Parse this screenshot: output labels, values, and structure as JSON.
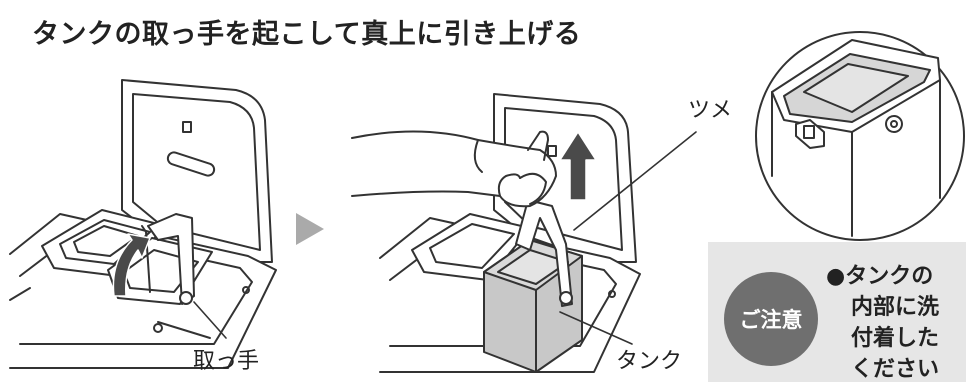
{
  "heading": "タンクの取っ手を起こして真上に引き上げる",
  "labels": {
    "handle": "取っ手",
    "tank": "タンク",
    "claw": "ツメ"
  },
  "caution": {
    "badge": "ご注意",
    "lines": [
      "●タンクの",
      "内部に洗",
      "付着した",
      "ください"
    ]
  },
  "colors": {
    "line": "#333333",
    "tank_fill": "#c8c8c8",
    "badge": "#6f6f6f",
    "caution_bg": "#e6e6e6",
    "arrow": "#4a4a4a",
    "step_arrow": "#aaaaaa"
  },
  "icons": [
    "curved-arrow-icon",
    "up-arrow-icon",
    "step-arrow-icon"
  ]
}
